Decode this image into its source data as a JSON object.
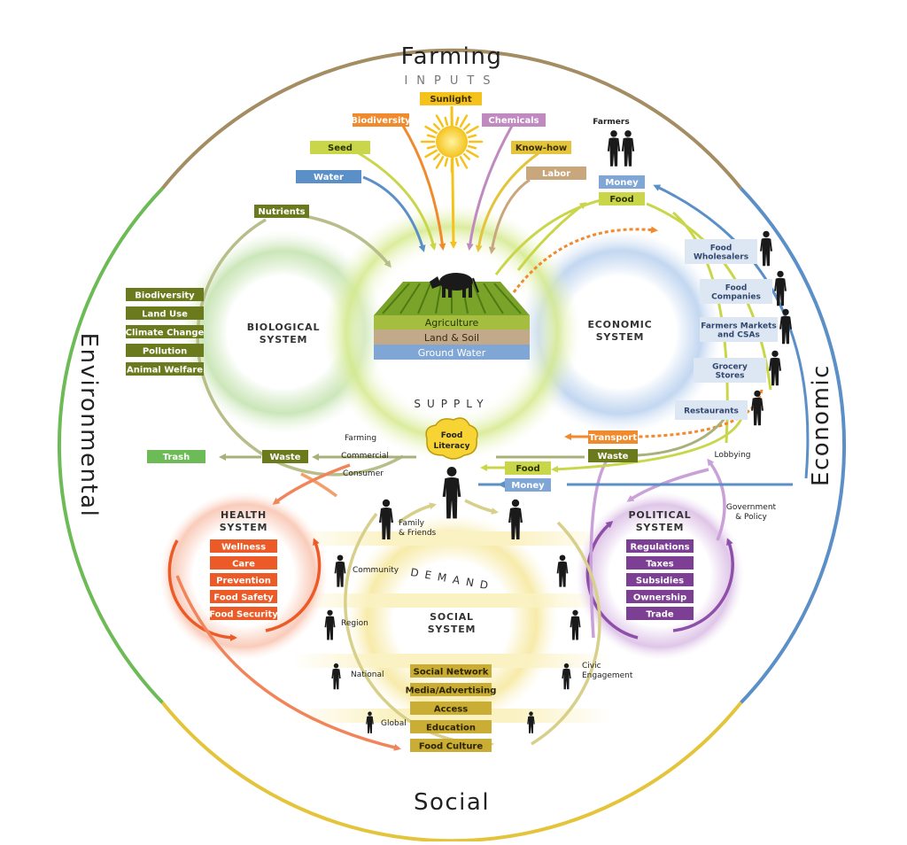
{
  "colors": {
    "environmental": "#6dbb56",
    "economic": "#5b8fc7",
    "social": "#e4c43a",
    "farming": "#a48c63",
    "biological_box": "#6b7a1c",
    "health_box": "#ec5b27",
    "political_box": "#7c3f93",
    "social_box": "#c9ad34",
    "economic_box": "#dde6f3",
    "economic_box_text": "#31476f"
  },
  "ring": {
    "top": "Farming",
    "left": "Environmental",
    "right": "Economic",
    "bottom": "Social"
  },
  "inputs": {
    "title": "INPUTS",
    "items": [
      {
        "label": "Sunlight",
        "color": "#f5c21b",
        "text_color": "#3a2e00"
      },
      {
        "label": "Biodiversity",
        "color": "#f08a2c",
        "text_color": "#ffffff"
      },
      {
        "label": "Chemicals",
        "color": "#c089c0",
        "text_color": "#ffffff"
      },
      {
        "label": "Seed",
        "color": "#c9d64a",
        "text_color": "#2d3300"
      },
      {
        "label": "Know-how",
        "color": "#e4c43a",
        "text_color": "#3a2e00"
      },
      {
        "label": "Water",
        "color": "#5b8fc7",
        "text_color": "#ffffff"
      },
      {
        "label": "Labor",
        "color": "#c9a77c",
        "text_color": "#ffffff"
      }
    ]
  },
  "farm": {
    "layers": [
      "Agriculture",
      "Land & Soil",
      "Ground Water"
    ],
    "supply": "SUPPLY",
    "demand": "DEMAND",
    "food_literacy": "Food Literacy"
  },
  "biological": {
    "title": "BIOLOGICAL SYSTEM",
    "nutrients": "Nutrients",
    "items": [
      "Biodiversity",
      "Land Use",
      "Climate Change",
      "Pollution",
      "Animal Welfare"
    ]
  },
  "economic": {
    "title": "ECONOMIC SYSTEM",
    "farmers": "Farmers",
    "money": "Money",
    "food": "Food",
    "actors": [
      "Food Wholesalers",
      "Food Companies",
      "Farmers Markets and CSAs",
      "Grocery Stores",
      "Restaurants"
    ],
    "transport": "Transport",
    "waste": "Waste",
    "lobbying": "Lobbying"
  },
  "flow": {
    "trash": "Trash",
    "waste": "Waste",
    "farming": "Farming",
    "commercial": "Commercial",
    "consumer": "Consumer",
    "food": "Food",
    "money": "Money"
  },
  "health": {
    "title": "HEALTH SYSTEM",
    "items": [
      "Wellness",
      "Care",
      "Prevention",
      "Food Safety",
      "Food Security"
    ]
  },
  "political": {
    "title": "POLITICAL SYSTEM",
    "government": "Government & Policy",
    "items": [
      "Regulations",
      "Taxes",
      "Subsidies",
      "Ownership",
      "Trade"
    ]
  },
  "social": {
    "title": "SOCIAL SYSTEM",
    "levels": [
      "Family & Friends",
      "Community",
      "Region",
      "National",
      "Global"
    ],
    "civic": "Civic Engagement",
    "items": [
      "Social Network",
      "Media/Advertising",
      "Access",
      "Education",
      "Food Culture"
    ]
  }
}
